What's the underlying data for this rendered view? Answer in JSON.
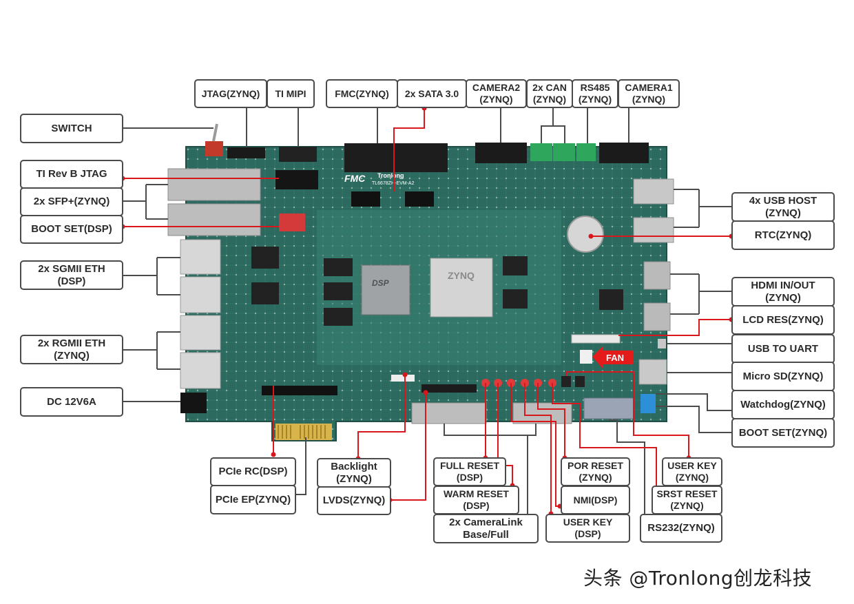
{
  "colors": {
    "board": "#2c6a60",
    "board_light": "#3a7f72",
    "pcb_edge": "#1f4f47",
    "label_border": "#4a4a4a",
    "connector_gray": "#4a4a4a",
    "connector_red": "#d9161b",
    "fan_arrow": "#e31b1b"
  },
  "board_silkscreen": {
    "fmc": "FMC",
    "brand": "Tronlong",
    "model": "TL6678ZH-EVM-A2",
    "dsp_chip": "DSP",
    "zynq_chip": "ZYNQ"
  },
  "fan_badge": "FAN",
  "labels": {
    "switch": "SWITCH",
    "jtag_zynq": "JTAG(ZYNQ)",
    "ti_mipi": "TI MIPI",
    "fmc_zynq": "FMC(ZYNQ)",
    "sata": "2x SATA 3.0",
    "camera2": "CAMERA2\n(ZYNQ)",
    "can": "2x CAN\n(ZYNQ)",
    "rs485": "RS485\n(ZYNQ)",
    "camera1": "CAMERA1\n(ZYNQ)",
    "ti_rev_b_jtag": "TI Rev B JTAG",
    "sfp": "2x SFP+(ZYNQ)",
    "boot_set_dsp": "BOOT SET(DSP)",
    "sgmii_eth": "2x SGMII ETH\n(DSP)",
    "rgmii_eth": "2x RGMII ETH\n(ZYNQ)",
    "dc_power": "DC 12V6A",
    "usb_host": "4x USB HOST\n(ZYNQ)",
    "rtc": "RTC(ZYNQ)",
    "hdmi": "HDMI IN/OUT\n(ZYNQ)",
    "lcd_res": "LCD RES(ZYNQ)",
    "usb_uart": "USB TO UART",
    "micro_sd": "Micro SD(ZYNQ)",
    "watchdog": "Watchdog(ZYNQ)",
    "boot_set_zynq": "BOOT SET(ZYNQ)",
    "pcie_rc": "PCIe RC(DSP)",
    "pcie_ep": "PCIe EP(ZYNQ)",
    "backlight": "Backlight\n(ZYNQ)",
    "lvds": "LVDS(ZYNQ)",
    "full_reset": "FULL RESET\n(DSP)",
    "warm_reset": "WARM RESET\n(DSP)",
    "cameralink": "2x CameraLink\nBase/Full",
    "por_reset": "POR RESET\n(ZYNQ)",
    "nmi": "NMI(DSP)",
    "user_key_dsp": "USER KEY\n(DSP)",
    "user_key_zynq": "USER KEY\n(ZYNQ)",
    "srst_reset": "SRST RESET\n(ZYNQ)",
    "rs232": "RS232(ZYNQ)"
  },
  "watermark": "头条 @Tronlong创龙科技"
}
